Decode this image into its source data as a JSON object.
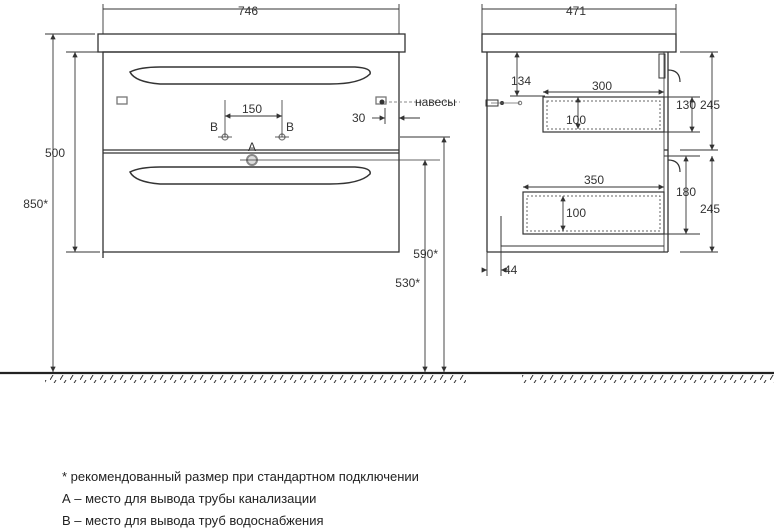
{
  "front_view": {
    "width_label": "746",
    "height_label": "500",
    "total_height_label": "850*",
    "holes_spacing_label": "150",
    "hole_b_left_label": "B",
    "hole_b_right_label": "B",
    "hole_a_label": "A",
    "hinge_offset_label": "30",
    "hinges_label": "навесы",
    "floor_to_top_label": "590*",
    "floor_to_bottom_label": "530*"
  },
  "side_view": {
    "depth_label": "471",
    "top_offset_label": "134",
    "upper_drawer_width_label": "300",
    "upper_drawer_depth_label": "100",
    "upper_drawer_height_label": "130",
    "upper_section_label": "245",
    "lower_drawer_width_label": "350",
    "lower_drawer_depth_label": "100",
    "lower_drawer_height_label": "180",
    "lower_section_label": "245",
    "back_offset_label": "44"
  },
  "notes": {
    "asterisk": "* рекомендованный размер при стандартном подключении",
    "a_note": "А – место для вывода трубы канализации",
    "b_note": "В – место для вывода труб водоснабжения"
  },
  "colors": {
    "line": "#333333",
    "dashed": "#666666",
    "hole": "#888888"
  }
}
